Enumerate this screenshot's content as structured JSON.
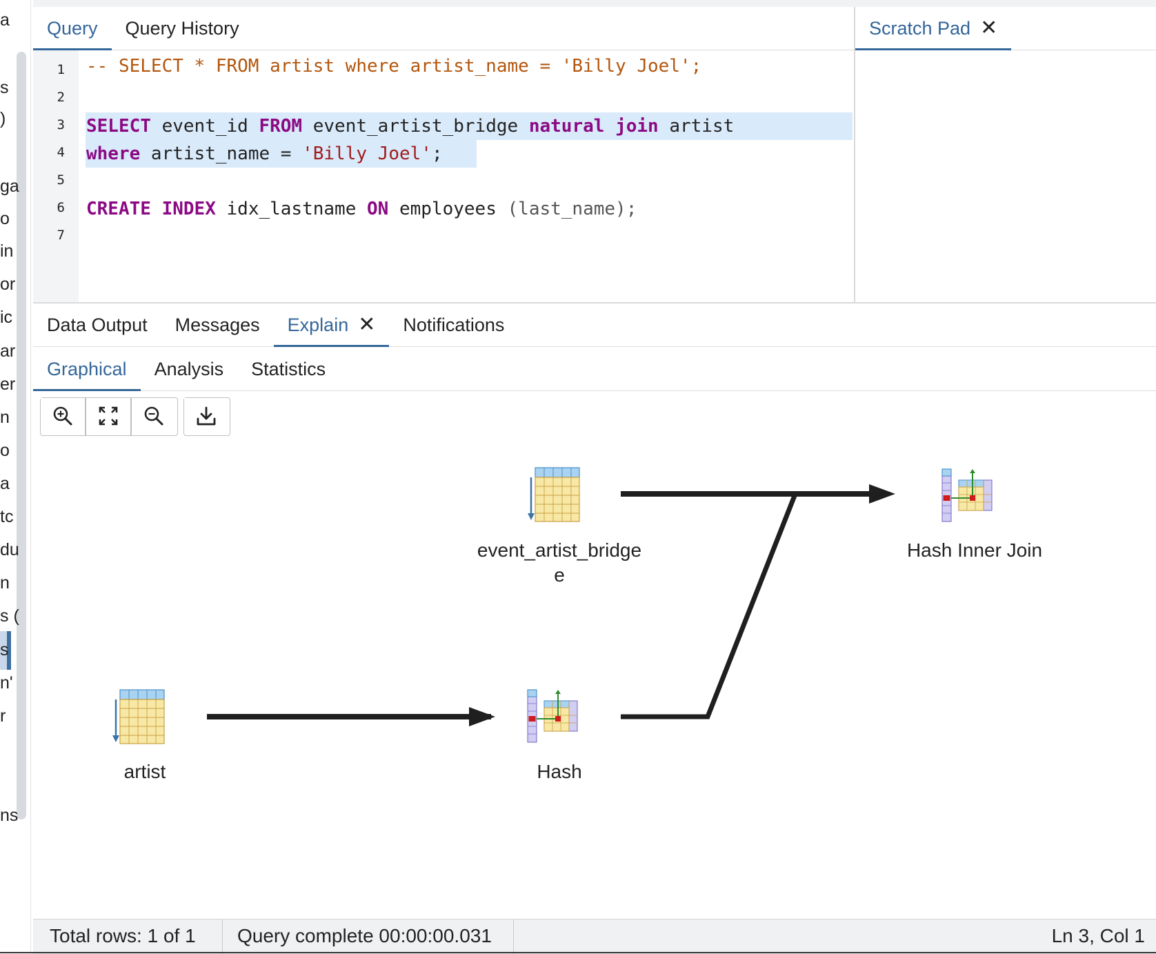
{
  "left_panel": {
    "fragments": [
      "a",
      "s",
      ")",
      "ga",
      "o",
      "in",
      "or",
      "ic",
      "ar",
      "er",
      "n",
      "o",
      "a",
      "tc",
      "du",
      "n",
      "s (",
      "s",
      "n'",
      "r",
      "ns"
    ]
  },
  "query_tabs": {
    "query": "Query",
    "query_history": "Query History"
  },
  "scratch_tab": {
    "label": "Scratch Pad",
    "close": "✕"
  },
  "editor": {
    "line_numbers": [
      "1",
      "2",
      "3",
      "4",
      "5",
      "6",
      "7"
    ],
    "line1": {
      "comment": "-- SELECT * FROM artist where artist_name = 'Billy Joel';"
    },
    "line3": {
      "kw_select": "SELECT",
      "t1": " event_id ",
      "kw_from": "FROM",
      "t2": " event_artist_bridge ",
      "kw_natural": "natural",
      "sp": " ",
      "kw_join": "join",
      "t3": " artist"
    },
    "line4": {
      "kw_where": "where",
      "t1": " artist_name = ",
      "str": "'Billy Joel'",
      "t2": ";"
    },
    "line6": {
      "kw_create": "CREATE",
      "sp": " ",
      "kw_index": "INDEX",
      "t1": " idx_lastname ",
      "kw_on": "ON",
      "t2": " employees ",
      "paren": "(last_name);"
    }
  },
  "result_tabs": {
    "data_output": "Data Output",
    "messages": "Messages",
    "explain": "Explain",
    "explain_close": "✕",
    "notifications": "Notifications"
  },
  "explain_tabs": {
    "graphical": "Graphical",
    "analysis": "Analysis",
    "statistics": "Statistics"
  },
  "toolbar": {
    "zoom_in": "zoom-in-icon",
    "fit": "zoom-to-fit-icon",
    "zoom_out": "zoom-out-icon",
    "download": "download-icon"
  },
  "plan": {
    "nodes": {
      "event_artist_bridge": "event_artist_bridge\ne",
      "hash_inner_join": "Hash Inner Join",
      "artist": "artist",
      "hash": "Hash"
    }
  },
  "status": {
    "total_rows": "Total rows: 1 of 1",
    "query_complete": "Query complete 00:00:00.031",
    "cursor": "Ln 3, Col 1"
  },
  "colors": {
    "accent": "#336699",
    "keyword": "#8b0a84",
    "string": "#a11b1b",
    "comment": "#b3560d",
    "highlight": "#d9eafa"
  }
}
